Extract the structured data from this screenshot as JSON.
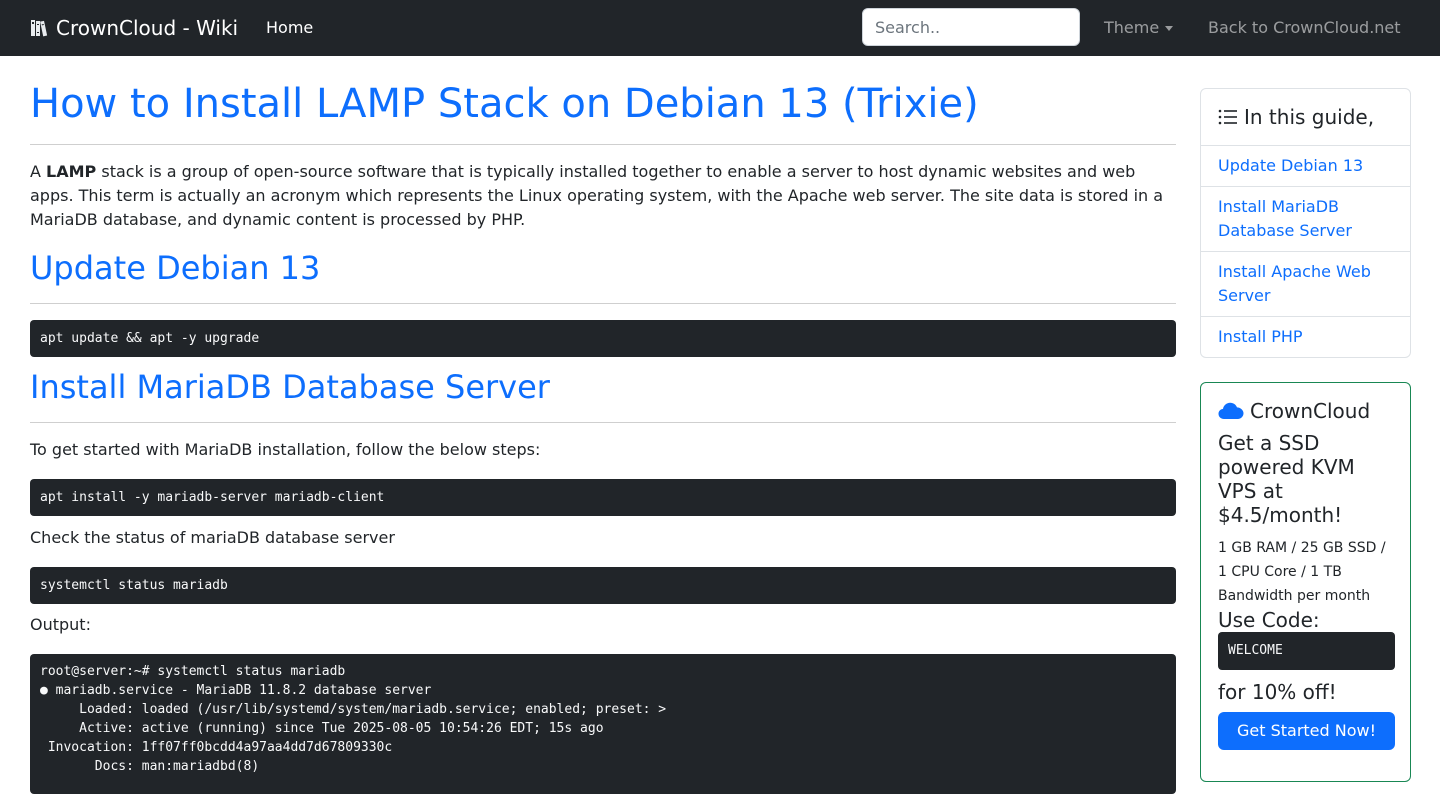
{
  "navbar": {
    "brand": "CrownCloud - Wiki",
    "home": "Home",
    "search_placeholder": "Search..",
    "theme": "Theme",
    "back": "Back to CrownCloud.net"
  },
  "article": {
    "title": "How to Install LAMP Stack on Debian 13 (Trixie)",
    "intro_prefix": "A ",
    "intro_bold": "LAMP",
    "intro_rest": " stack is a group of open-source software that is typically installed together to enable a server to host dynamic websites and web apps. This term is actually an acronym which represents the Linux operating system, with the Apache web server. The site data is stored in a MariaDB database, and dynamic content is processed by PHP.",
    "sections": [
      {
        "heading": "Update Debian 13",
        "code": "apt update && apt -y upgrade"
      },
      {
        "heading": "Install MariaDB Database Server",
        "text": "To get started with MariaDB installation, follow the below steps:",
        "code": "apt install -y mariadb-server mariadb-client",
        "check_text": "Check the status of mariaDB database server",
        "check_code": "systemctl status mariadb",
        "output_label": "Output:",
        "output": "root@server:~# systemctl status mariadb\n● mariadb.service - MariaDB 11.8.2 database server\n     Loaded: loaded (/usr/lib/systemd/system/mariadb.service; enabled; preset: >\n     Active: active (running) since Tue 2025-08-05 10:54:26 EDT; 15s ago\n Invocation: 1ff07ff0bcdd4a97aa4dd7d67809330c\n       Docs: man:mariadbd(8)"
      }
    ]
  },
  "toc": {
    "title": "In this guide,",
    "items": [
      "Update Debian 13",
      "Install MariaDB Database Server",
      "Install Apache Web Server",
      "Install PHP"
    ]
  },
  "promo": {
    "title": "CrownCloud",
    "headline": "Get a SSD powered KVM VPS at $4.5/month!",
    "specs": "1 GB RAM / 25 GB SSD / 1 CPU Core / 1 TB Bandwidth per month",
    "use_code": "Use Code:",
    "code": "WELCOME",
    "discount": "for 10% off!",
    "button": "Get Started Now!"
  },
  "colors": {
    "navbar_bg": "#212529",
    "link": "#0d6efd",
    "code_bg": "#212529",
    "promo_border": "#198754"
  },
  "icons": {
    "brand": "books-icon",
    "toc": "list-icon",
    "promo": "cloud-icon"
  }
}
